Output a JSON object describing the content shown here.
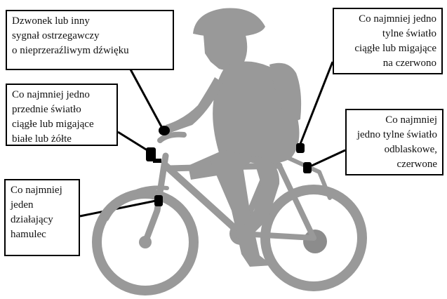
{
  "colors": {
    "silhouette": "#999999",
    "silhouette_dark": "#8c8c8c",
    "marker": "#000000",
    "box_border": "#000000",
    "background": "#ffffff"
  },
  "callouts": {
    "bell": {
      "lines": [
        "Dzwonek lub inny",
        "sygnał ostrzegawczy",
        "o nieprzeraźliwym dźwięku"
      ]
    },
    "rear_light": {
      "lines": [
        "Co najmniej jedno",
        "tylne światło",
        "ciągłe lub migające",
        "na czerwono"
      ]
    },
    "front_light": {
      "lines": [
        "Co najmniej jedno",
        "przednie światło",
        "ciągłe lub migające",
        "białe lub żółte"
      ]
    },
    "reflector": {
      "lines": [
        "Co najmniej",
        "jedno tylne światło",
        "odblaskowe,",
        "czerwone"
      ]
    },
    "brake": {
      "lines": [
        "Co najmniej",
        "jeden",
        "działający",
        "hamulec"
      ]
    }
  }
}
